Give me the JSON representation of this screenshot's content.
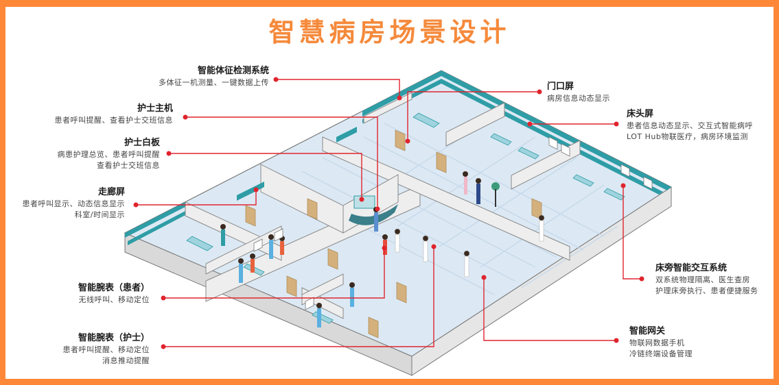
{
  "title": "智慧病房场景设计",
  "colors": {
    "frame": "#ff8838",
    "title": "#f58a3c",
    "callout_line": "#e0242e",
    "wall_top": "#ffffff",
    "wall_side": "#dcdcdc",
    "floor": "#dce9f4",
    "accent_stripe": "#2e9da6",
    "door": "#d4b07c"
  },
  "callouts_left": [
    {
      "id": "vital-signs",
      "title": "智能体征检测系统",
      "lines": [
        "多体征一机测量、一键数据上传"
      ]
    },
    {
      "id": "nurse-host",
      "title": "护士主机",
      "lines": [
        "患者呼叫提醒、查看护士交班信息"
      ]
    },
    {
      "id": "nurse-whiteboard",
      "title": "护士白板",
      "lines": [
        "病患护理总览、患者呼叫提醒",
        "查看护士交班信息"
      ]
    },
    {
      "id": "corridor-screen",
      "title": "走廊屏",
      "lines": [
        "患者呼叫显示、动态信息显示",
        "科室/时间显示"
      ]
    },
    {
      "id": "wristband-patient",
      "title": "智能腕表（患者）",
      "lines": [
        "无线呼叫、移动定位"
      ]
    },
    {
      "id": "wristband-nurse",
      "title": "智能腕表（护士）",
      "lines": [
        "患者呼叫提醒、移动定位",
        "消息推动提醒"
      ]
    }
  ],
  "callouts_right": [
    {
      "id": "door-screen",
      "title": "门口屏",
      "lines": [
        "病房信息动态显示"
      ]
    },
    {
      "id": "bedside-screen",
      "title": "床头屏",
      "lines": [
        "患者信息动态显示、交互式智能病呼",
        "LOT Hub物联医疗，病房环境监测"
      ]
    },
    {
      "id": "bedside-interactive",
      "title": "床旁智能交互系统",
      "lines": [
        "双系统物理隔离、医生查房",
        "护理床旁执行、患者便捷服务"
      ]
    },
    {
      "id": "smart-gateway",
      "title": "智能网关",
      "lines": [
        "物联网数据手机",
        "冷链终端设备管理"
      ]
    }
  ]
}
